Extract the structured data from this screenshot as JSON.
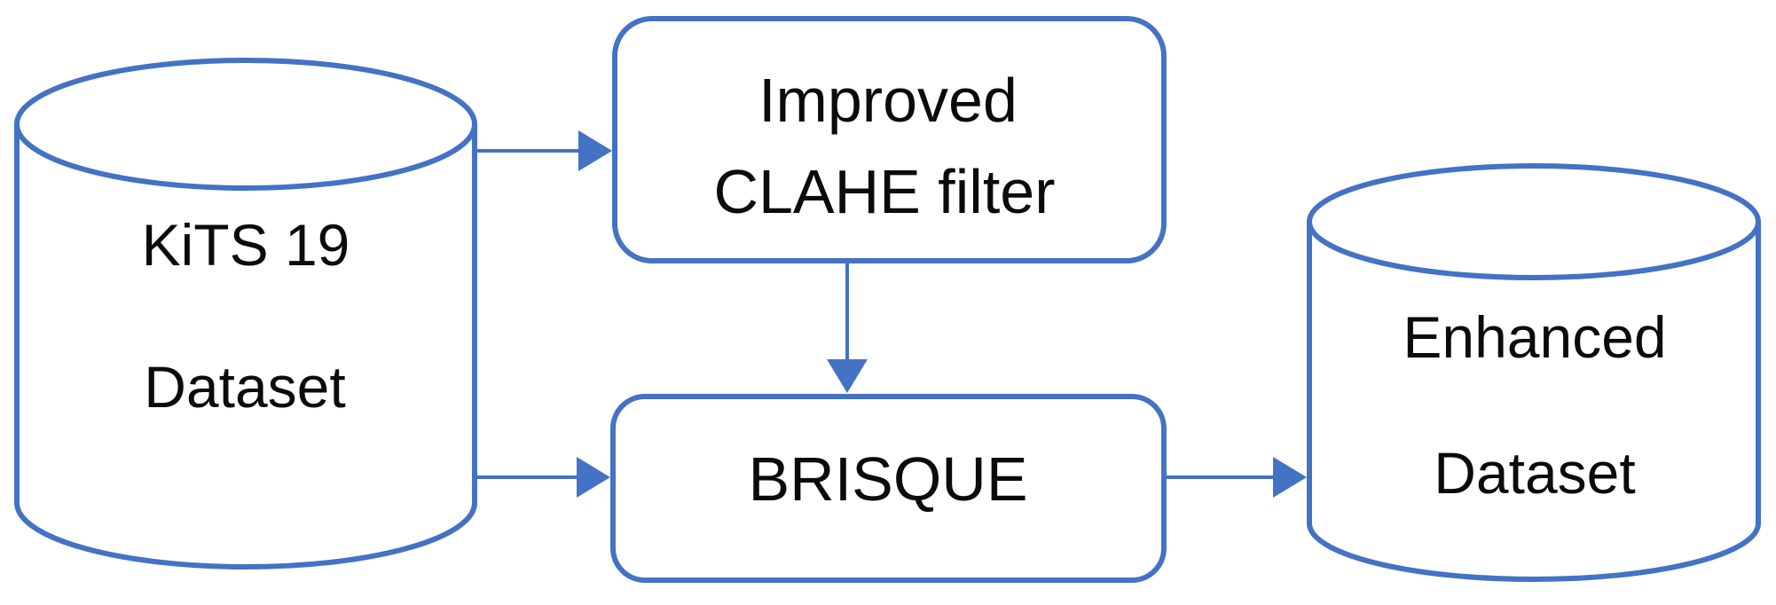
{
  "colors": {
    "accent": "#4472C4",
    "text": "#0b0b0b",
    "background": "#ffffff"
  },
  "nodes": {
    "kits19": {
      "shape": "database-cylinder",
      "line1": "KiTS 19",
      "line2": "Dataset"
    },
    "clahe": {
      "shape": "rounded-rectangle",
      "line1": "Improved",
      "line2": "CLAHE filter"
    },
    "brisque": {
      "shape": "rounded-rectangle",
      "label": "BRISQUE"
    },
    "enhanced": {
      "shape": "database-cylinder",
      "line1": "Enhanced",
      "line2": "Dataset"
    }
  },
  "edges": [
    {
      "from": "kits19",
      "to": "clahe",
      "style": "arrow"
    },
    {
      "from": "clahe",
      "to": "brisque",
      "style": "arrow"
    },
    {
      "from": "kits19",
      "to": "brisque",
      "style": "arrow"
    },
    {
      "from": "brisque",
      "to": "enhanced",
      "style": "arrow"
    }
  ]
}
